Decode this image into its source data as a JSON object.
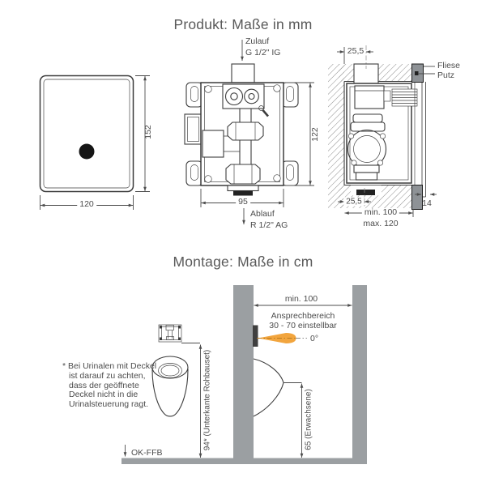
{
  "colors": {
    "line": "#3c3c3c",
    "text": "#4c4c4c",
    "title": "#595959",
    "wall_gray": "#9b9fa2",
    "beam_orange": "#f2a53e",
    "tile_gray": "#8e9296"
  },
  "product": {
    "title": "Produkt: Maße in mm",
    "panel": {
      "height": "152",
      "width": "120"
    },
    "box": {
      "inlet1": "Zulauf",
      "inlet2": "G 1/2\" IG",
      "outlet1": "Ablauf",
      "outlet2": "R 1/2\" AG",
      "width": "95",
      "height": "122"
    },
    "side": {
      "depth_top": "25,5",
      "depth_bottom": "25,5",
      "tile": "Fliese",
      "plaster": "Putz",
      "min": "min. 100",
      "max": "max. 120",
      "front": "14"
    }
  },
  "montage": {
    "title": "Montage: Maße in cm",
    "note": [
      "* Bei Urinalen mit Deckel",
      "ist darauf zu achten,",
      "dass der geöffnete",
      "Deckel nicht in die",
      "Urinalsteuerung ragt."
    ],
    "height94": "94* (Unterkante Rohbauset)",
    "floor": "OK-FFB",
    "distance": "min. 100",
    "range1": "Ansprechbereich",
    "range2": "30 - 70 einstellbar",
    "angle": "0°",
    "height65": "65 (Erwachsene)"
  }
}
